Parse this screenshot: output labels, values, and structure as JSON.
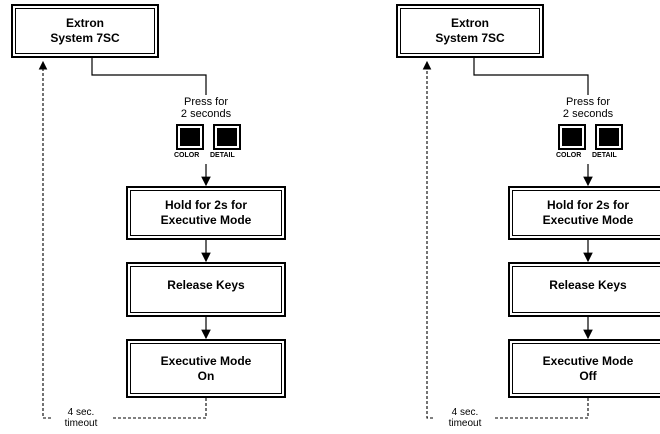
{
  "panels": [
    {
      "system": {
        "line1": "Extron",
        "line2": "System 7SC"
      },
      "press": {
        "line1": "Press for",
        "line2": "2 seconds"
      },
      "keys": {
        "color": "COLOR",
        "detail": "DETAIL"
      },
      "hold": {
        "line1": "Hold for 2s for",
        "line2": "Executive Mode"
      },
      "release": {
        "line1": "Release Keys"
      },
      "exec": {
        "line1": "Executive Mode",
        "line2": "On"
      },
      "timeout": {
        "line1": "4 sec.",
        "line2": "timeout"
      }
    },
    {
      "system": {
        "line1": "Extron",
        "line2": "System 7SC"
      },
      "press": {
        "line1": "Press for",
        "line2": "2 seconds"
      },
      "keys": {
        "color": "COLOR",
        "detail": "DETAIL"
      },
      "hold": {
        "line1": "Hold for 2s for",
        "line2": "Executive Mode"
      },
      "release": {
        "line1": "Release Keys"
      },
      "exec": {
        "line1": "Executive Mode",
        "line2": "Off"
      },
      "timeout": {
        "line1": "4 sec.",
        "line2": "timeout"
      }
    }
  ]
}
